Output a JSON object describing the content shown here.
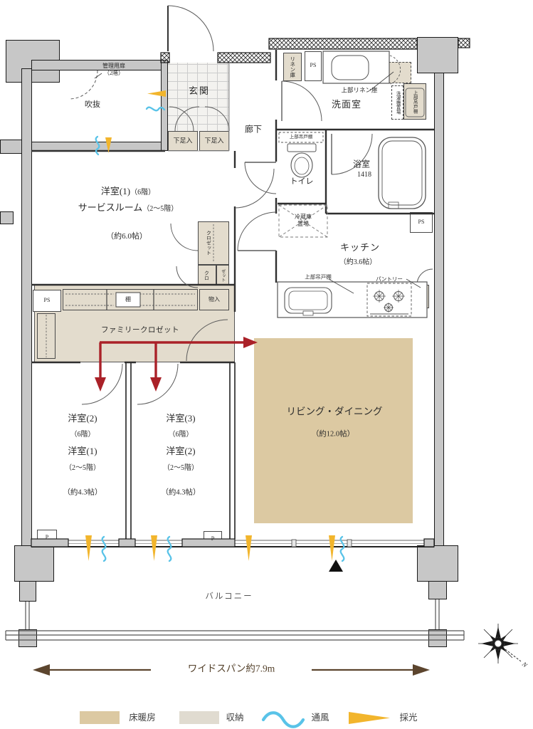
{
  "plan": {
    "rooms": {
      "void_label": "吹抜",
      "mgmt_door_line1": "管理用扉",
      "mgmt_door_line2": "（2階）",
      "entrance": "玄関",
      "shoe_left": "下足入",
      "shoe_right": "下足入",
      "corridor": "廊下",
      "linen": "リネン庫",
      "ps_top": "PS",
      "upper_linen": "上部リネン庫",
      "washroom": "洗面室",
      "washer_space": "洗濯機置場",
      "washer_cabinet": "上部吊戸棚",
      "toilet": "トイレ",
      "toilet_cabinet": "上部吊戸棚",
      "bath": "浴室",
      "bath_size": "1418",
      "ps_right": "PS",
      "fridge_line1": "冷蔵庫",
      "fridge_line2": "置場",
      "kitchen": "キッチン",
      "kitchen_size": "（約3.6帖）",
      "kitchen_cabinet": "上部吊戸棚",
      "pantry": "パントリー",
      "room1_name": "洋室(1)",
      "room1_floor": "（6階）",
      "room1_alt": "サービスルーム",
      "room1_alt_floor": "（2〜5階）",
      "room1_size": "（約6.0帖）",
      "closet_tall": "クロゼット",
      "closet_small1": "クロ",
      "closet_small2": "ゼット",
      "ps_left": "PS",
      "shelf": "棚",
      "storage": "物入",
      "family_closet": "ファミリークロゼット",
      "room2_name": "洋室(2)",
      "room2_floor": "（6階）",
      "room2_alt": "洋室(1)",
      "room2_alt_floor": "（2〜5階）",
      "room2_size": "（約4.3帖）",
      "room3_name": "洋室(3)",
      "room3_floor": "（6階）",
      "room3_alt": "洋室(2)",
      "room3_alt_floor": "（2〜5階）",
      "room3_size": "（約4.3帖）",
      "living_name": "リビング・ダイニング",
      "living_size": "（約12.0帖）",
      "balcony": "バルコニー",
      "pillar1": "P",
      "pillar2": "P"
    },
    "widespan": "ワイドスパン約7.9m",
    "compass_north": "N",
    "legend": [
      {
        "label": "床暖房",
        "color": "#dcc9a2"
      },
      {
        "label": "収納",
        "color": "#e0dbd0"
      },
      {
        "label": "通風",
        "color": "#59c3e8"
      },
      {
        "label": "採光",
        "color": "#f2b52c"
      }
    ],
    "colors": {
      "wall": "#c7c7c7",
      "floor_heating": "#dcc9a2",
      "storage": "#e3dccd",
      "ventilation": "#59c3e8",
      "daylight": "#f2b52c",
      "flow_arrow_red": "#aa2128",
      "span_arrow_brown": "#5c452e"
    }
  }
}
